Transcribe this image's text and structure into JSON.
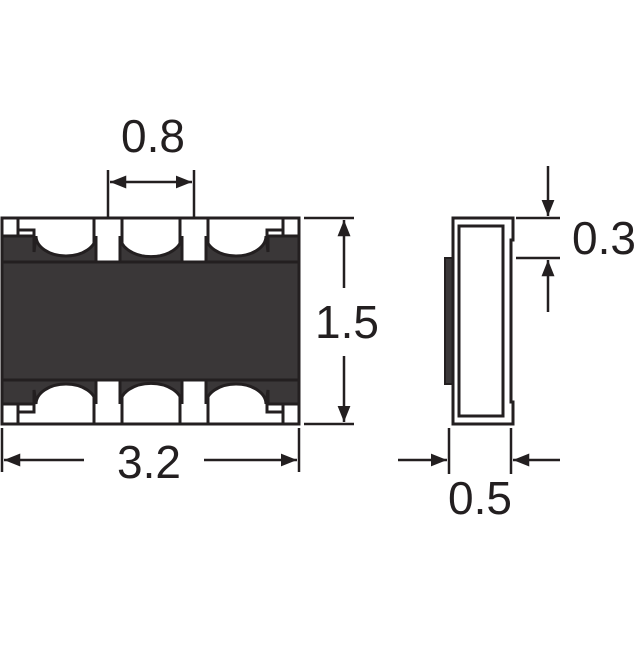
{
  "dimensions": {
    "pitch": "0.8",
    "height": "1.5",
    "length": "3.2",
    "thickness": "0.3",
    "width": "0.5"
  },
  "colors": {
    "ink": "#231f20",
    "body": "#3a3738",
    "paper": "#ffffff"
  }
}
